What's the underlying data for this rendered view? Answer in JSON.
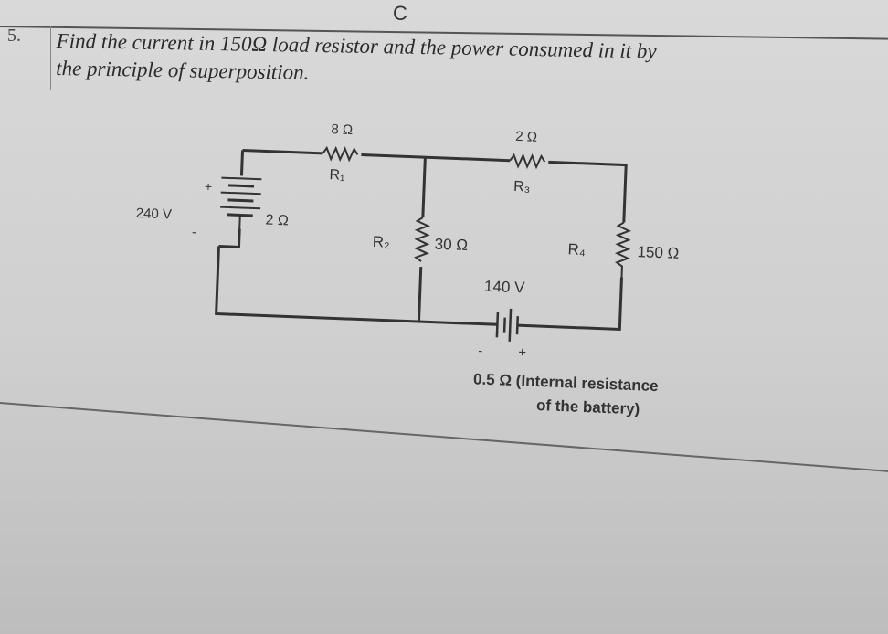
{
  "header": {
    "letter": "C"
  },
  "question": {
    "number": "5.",
    "line1": "Find the current in 150Ω load resistor and the power consumed in it by",
    "line2": "the principle of superposition."
  },
  "circuit": {
    "source1": {
      "voltage": "240 V",
      "internal": "2 Ω",
      "plus": "+",
      "minus": "-"
    },
    "r1": {
      "name": "R₁",
      "value": "8 Ω"
    },
    "r2": {
      "name": "R₂",
      "value": "30 Ω"
    },
    "r3": {
      "name": "R₃",
      "value": "2 Ω"
    },
    "r4": {
      "name": "R₄",
      "value": "150 Ω"
    },
    "source2": {
      "voltage": "140 V",
      "plus": "+",
      "minus": "-"
    },
    "note_line1": "0.5 Ω (Internal resistance",
    "note_line2": "of the battery)"
  }
}
